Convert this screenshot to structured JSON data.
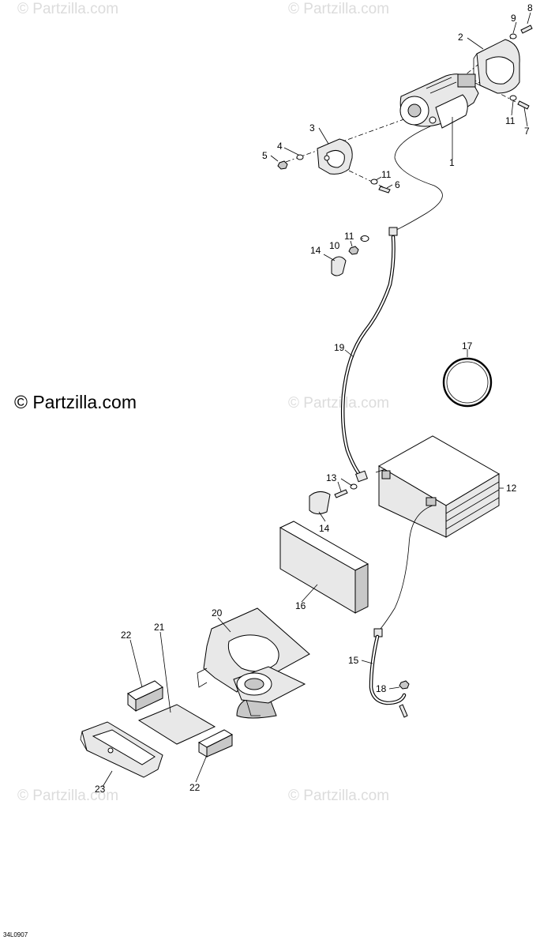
{
  "watermarks": {
    "top_left": "© Partzilla.com",
    "top_center": "© Partzilla.com",
    "middle_left": "© Partzilla.com",
    "middle_center": "© Partzilla.com",
    "bottom_left": "© Partzilla.com",
    "bottom_center": "© Partzilla.com"
  },
  "diagram_code": "34L0907",
  "callouts": {
    "c1": "1",
    "c2": "2",
    "c3": "3",
    "c4": "4",
    "c5": "5",
    "c6": "6",
    "c7": "7",
    "c8": "8",
    "c9": "9",
    "c10": "10",
    "c11a": "11",
    "c11b": "11",
    "c11c": "11",
    "c12": "12",
    "c13": "13",
    "c14a": "14",
    "c14b": "14",
    "c15": "15",
    "c16": "16",
    "c17": "17",
    "c18": "18",
    "c19": "19",
    "c20": "20",
    "c21": "21",
    "c22a": "22",
    "c22b": "22",
    "c23": "23"
  }
}
